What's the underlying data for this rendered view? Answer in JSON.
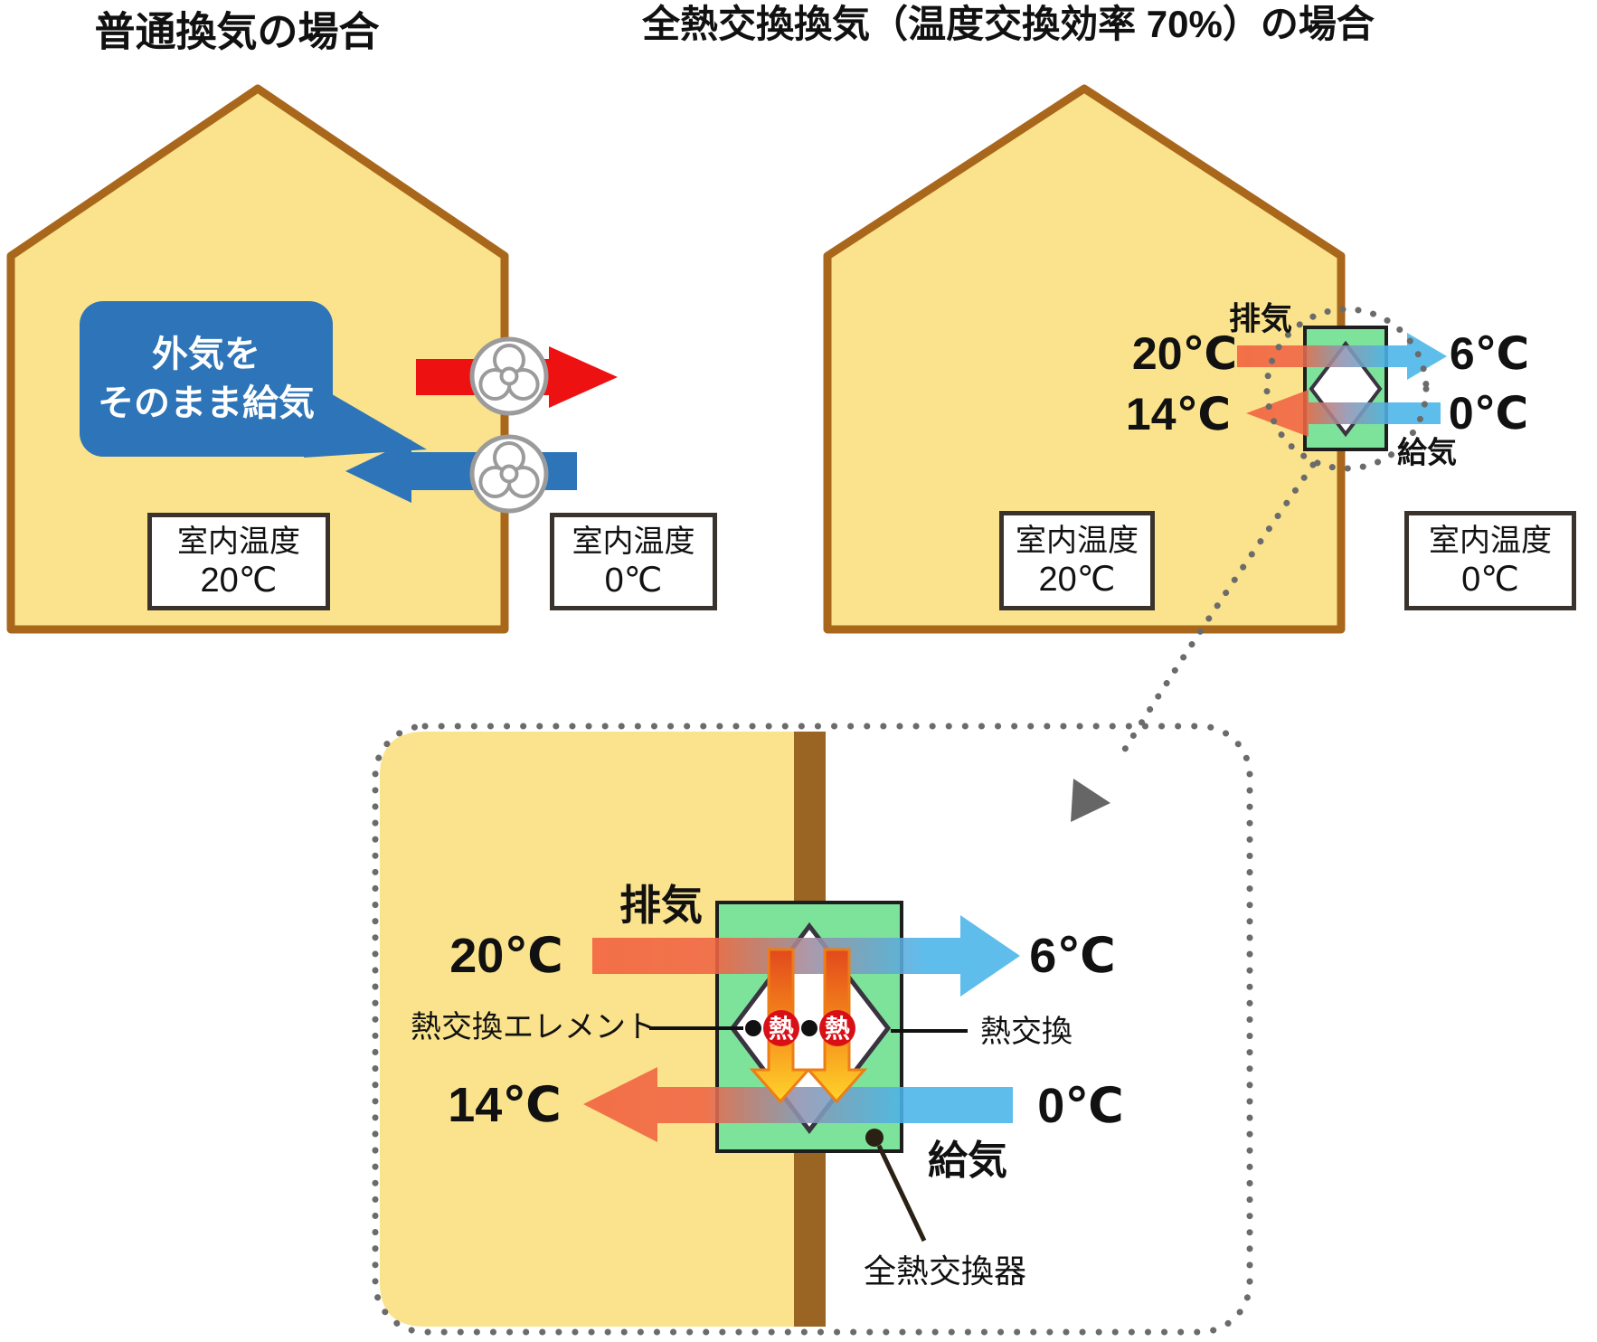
{
  "titles": {
    "left": "普通換気の場合",
    "right": "全熱交換換気（温度交換効率 70%）の場合"
  },
  "left_house": {
    "bubble": {
      "line1": "外気を",
      "line2": "そのまま給気"
    },
    "indoor_box": {
      "label": "室内温度",
      "value": "20℃"
    },
    "outdoor_box": {
      "label": "室内温度",
      "value": "0℃"
    }
  },
  "right_house": {
    "exhaust_label": "排気",
    "supply_label": "給気",
    "indoor_temp": "20℃",
    "exhaust_out_temp": "6℃",
    "supply_result_temp": "14℃",
    "outdoor_temp": "0℃",
    "indoor_box": {
      "label": "室内温度",
      "value": "20℃"
    },
    "outdoor_box": {
      "label": "室内温度",
      "value": "0℃"
    }
  },
  "detail": {
    "exhaust_label": "排気",
    "supply_label": "給気",
    "indoor_temp": "20℃",
    "exhaust_out_temp": "6℃",
    "supply_result_temp": "14℃",
    "outdoor_temp": "0℃",
    "element_label": "熱交換エレメント",
    "heat_exchange_label": "熱交換",
    "heat_char": "熱",
    "exchanger_label": "全熱交換器"
  },
  "colors": {
    "house_fill": "#FAE38C",
    "house_stroke": "#A9671C",
    "wall": "#9A6423",
    "hot_red": "#EE1111",
    "cool_blue": "#2E74B8",
    "light_blue": "#49B4EA",
    "warm_orange": "#F2603E",
    "exchanger_green": "#7DE39B",
    "heat_badge_red": "#D90F17",
    "bubble_blue": "#2E74B8",
    "dot_gray": "#6B6B6B"
  }
}
